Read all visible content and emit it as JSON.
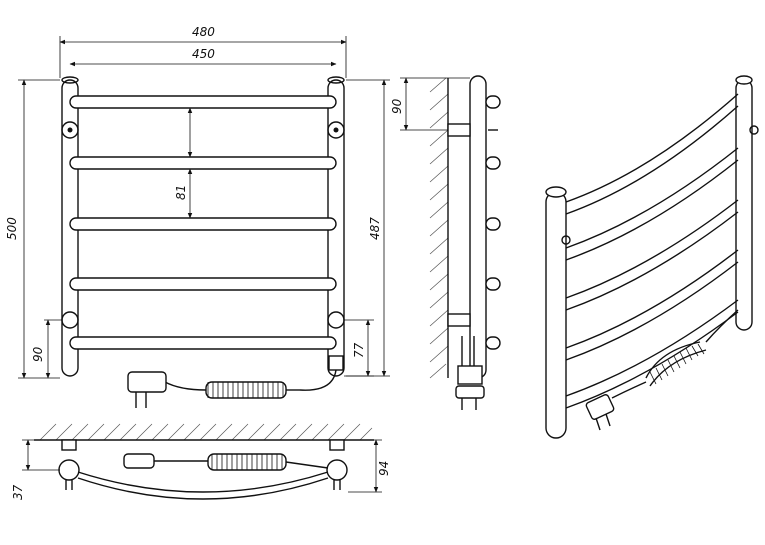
{
  "dimensions": {
    "overall_width": "480",
    "axis_width": "450",
    "height_total": "500",
    "rail_spacing": "81",
    "axis_height": "487",
    "bottom_offset_left": "90",
    "bottom_offset_right": "77",
    "side_top_offset": "90",
    "depth_min": "37",
    "depth_max": "94"
  }
}
